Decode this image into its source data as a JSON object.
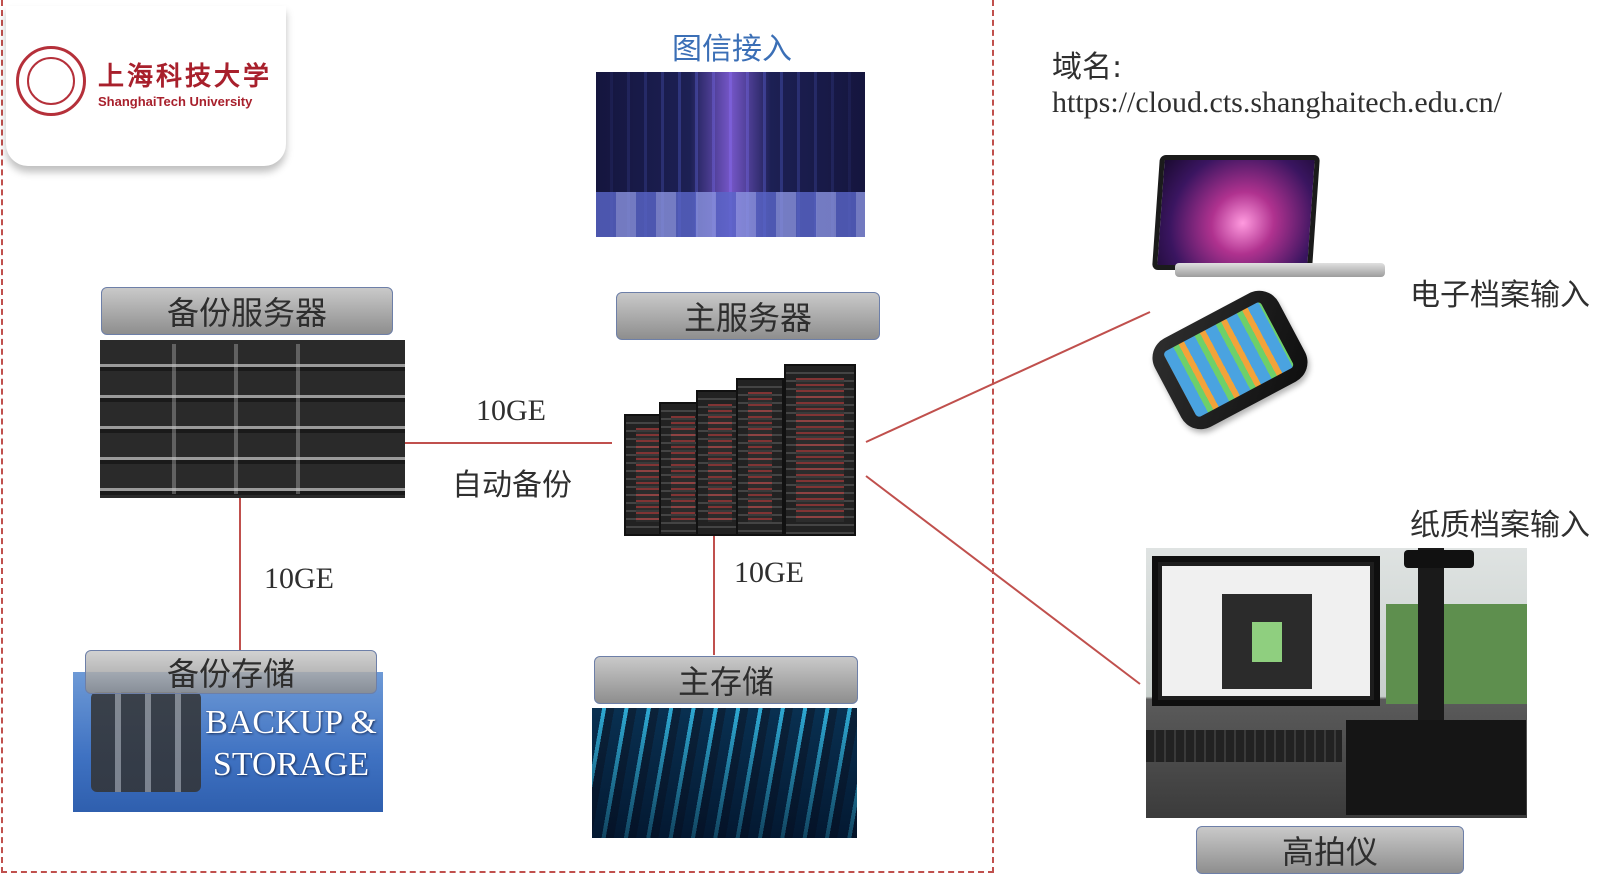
{
  "logo": {
    "name_cn": "上海科技大学",
    "name_en": "ShanghaiTech University"
  },
  "access": {
    "title": "图信接入",
    "title_color": "#3b6fb6"
  },
  "domain": {
    "label": "域名:",
    "url": "https://cloud.cts.shanghaitech.edu.cn/"
  },
  "nodes": {
    "backup_server": "备份服务器",
    "main_server": "主服务器",
    "backup_storage": "备份存储",
    "backup_storage_banner_line1": "BACKUP &",
    "backup_storage_banner_line2": "STORAGE",
    "main_storage": "主存储",
    "scanner": "高拍仪"
  },
  "links": {
    "server_link_speed": "10GE",
    "server_link_desc": "自动备份",
    "backup_storage_speed": "10GE",
    "main_storage_speed": "10GE"
  },
  "inputs": {
    "electronic": "电子档案输入",
    "paper": "纸质档案输入"
  },
  "colors": {
    "boundary": "#c0504d",
    "connector": "#c0504d",
    "label_bar": "#a8a8a8"
  }
}
